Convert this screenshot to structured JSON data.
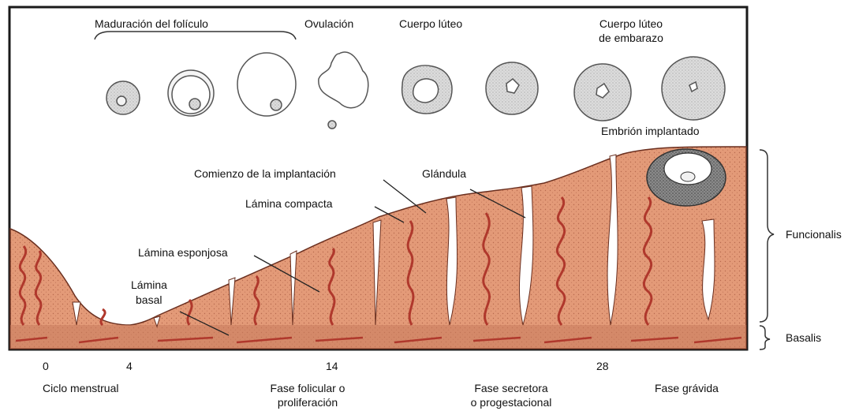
{
  "ovary_labels": {
    "maturation": "Maduración del folículo",
    "ovulation": "Ovulación",
    "corpus_luteum": "Cuerpo lúteo",
    "corpus_luteum_pregnancy_line1": "Cuerpo lúteo",
    "corpus_luteum_pregnancy_line2": "de embarazo"
  },
  "uterus_labels": {
    "embryo": "Embrión implantado",
    "implantation_start": "Comienzo de la implantación",
    "gland": "Glándula",
    "compact_layer": "Lámina compacta",
    "spongy_layer": "Lámina esponjosa",
    "basal_layer_line1": "Lámina",
    "basal_layer_line2": "basal"
  },
  "side_labels": {
    "functionalis": "Funcionalis",
    "basalis": "Basalis"
  },
  "days": [
    "0",
    "4",
    "14",
    "28"
  ],
  "phases": {
    "menstrual": "Ciclo menstrual",
    "follicular_line1": "Fase folicular o",
    "follicular_line2": "proliferación",
    "secretory_line1": "Fase secretora",
    "secretory_line2": "o progestacional",
    "gravid": "Fase grávida"
  },
  "colors": {
    "endometrium": "#e39a78",
    "basalis": "#d07f62",
    "vessel": "#b0382c",
    "outline": "#1a1a1a",
    "follicle_fill": "#e2e2e2"
  }
}
